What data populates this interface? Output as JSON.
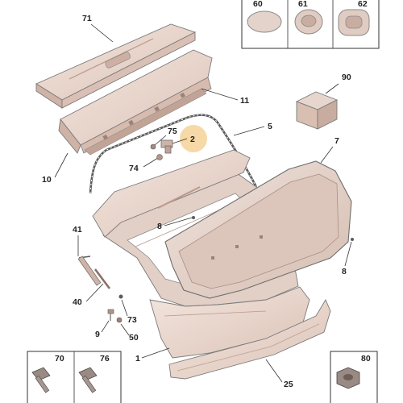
{
  "diagram": {
    "callouts": {
      "p71": "71",
      "p11": "11",
      "p75": "75",
      "p2": "2",
      "p5": "5",
      "p74": "74",
      "p10": "10",
      "p7": "7",
      "p8a": "8",
      "p41": "41",
      "p8b": "8",
      "p40": "40",
      "p73": "73",
      "p9": "9",
      "p50": "50",
      "p1": "1",
      "p25": "25",
      "p90": "90"
    },
    "highlighted_callout": "2",
    "highlight_color": "#f6d9a6",
    "panel_colors": {
      "paint": "#ead8cf",
      "shade": "#d9bfb3",
      "glass": "#e6d6ce"
    },
    "inset_frames": {
      "top_right": {
        "labels": [
          "60",
          "61",
          "62"
        ]
      },
      "bottom_left": {
        "labels": [
          "70",
          "76"
        ]
      },
      "bottom_right": {
        "labels": [
          "80"
        ]
      }
    }
  }
}
